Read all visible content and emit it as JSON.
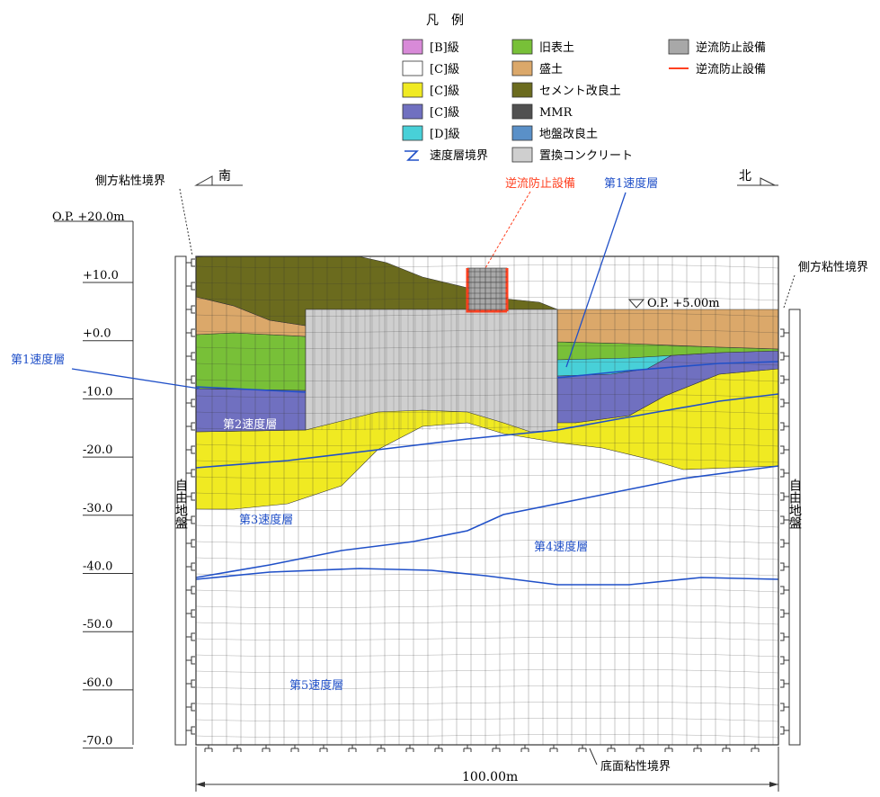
{
  "legend": {
    "title": "凡　例",
    "items": [
      {
        "label": "[B]級",
        "color": "#d88ad8",
        "kind": "box"
      },
      {
        "label": "[C]級",
        "color": "#ffffff",
        "kind": "box"
      },
      {
        "label": "[C]級",
        "color": "#f0ea22",
        "kind": "box"
      },
      {
        "label": "[C]級",
        "color": "#7070c0",
        "kind": "box"
      },
      {
        "label": "[D]級",
        "color": "#48d0d8",
        "kind": "box"
      },
      {
        "label": "速度層境界",
        "color": "#2050c8",
        "kind": "curve"
      },
      {
        "label": "旧表土",
        "color": "#78c038",
        "kind": "box"
      },
      {
        "label": "盛土",
        "color": "#dba86a",
        "kind": "box"
      },
      {
        "label": "セメント改良土",
        "color": "#6b6b1e",
        "kind": "box"
      },
      {
        "label": "MMR",
        "color": "#505050",
        "kind": "box"
      },
      {
        "label": "地盤改良土",
        "color": "#5a90c8",
        "kind": "box"
      },
      {
        "label": "置換コンクリート",
        "color": "#cfcfcf",
        "kind": "box"
      },
      {
        "label": "逆流防止設備",
        "color": "#a8a8a8",
        "kind": "box"
      },
      {
        "label": "逆流防止設備",
        "color": "#ff4020",
        "kind": "line"
      }
    ]
  },
  "directions": {
    "south": "南",
    "north": "北"
  },
  "boundary": {
    "lateral": "側方粘性境界",
    "bottom": "底面粘性境界",
    "free_ground": "自由地盤"
  },
  "elevations": {
    "top_label": "O.P. +20.0m",
    "ticks": [
      "+10.0",
      "+0.0",
      "-10.0",
      "-20.0",
      "-30.0",
      "-40.0",
      "-50.0",
      "-60.0",
      "-70.0"
    ],
    "ground_label": "O.P. +5.00m"
  },
  "callouts": {
    "backflow": "逆流防止設備",
    "v1_right": "第1速度層",
    "v1_left": "第1速度層",
    "v2": "第2速度層",
    "v3": "第3速度層",
    "v4": "第4速度層",
    "v5": "第5速度層"
  },
  "dimension": "100.00m",
  "colors": {
    "cement": "#6b6b1e",
    "fill": "#dba86a",
    "old_topsoil": "#78c038",
    "cm_grade": "#7070c0",
    "ch_grade": "#f0ea22",
    "d_grade": "#48d0d8",
    "concrete": "#cfcfcf",
    "velocity": "#2050c8",
    "backflow_line": "#ff4020"
  }
}
